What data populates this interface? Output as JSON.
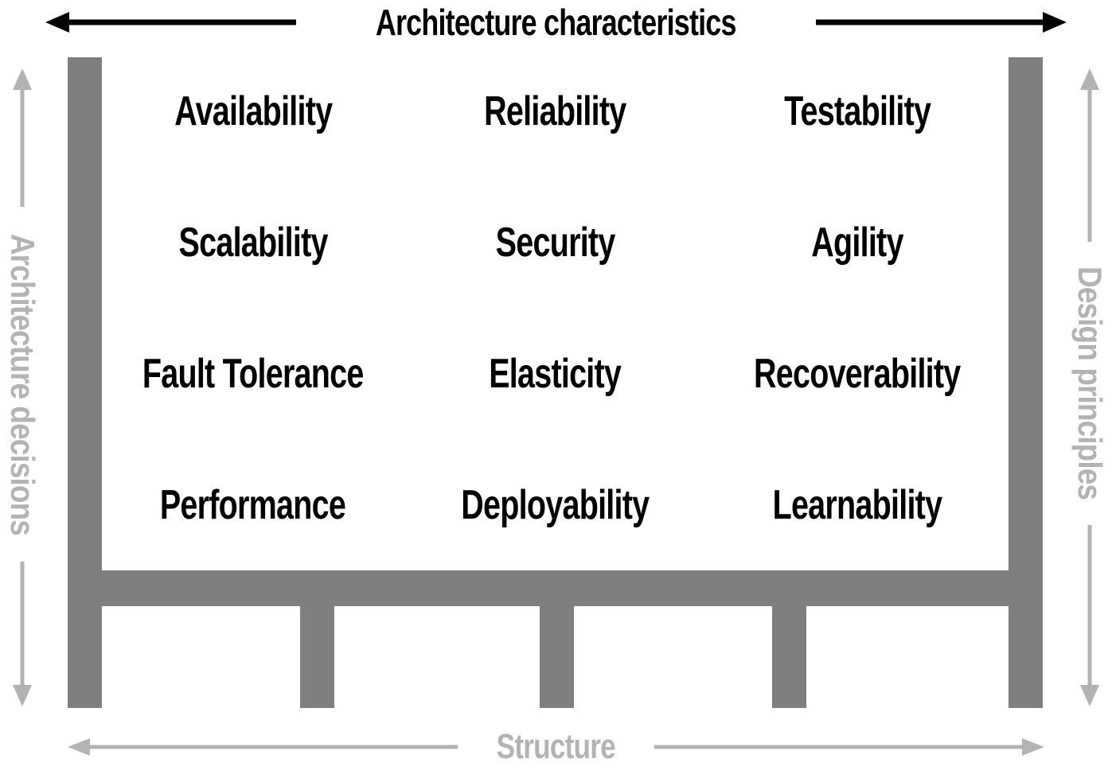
{
  "figure": {
    "title": "Architecture characteristics",
    "left_axis_label": "Architecture decisions",
    "right_axis_label": "Design principles",
    "bottom_axis_label": "Structure"
  },
  "characteristics": {
    "rows": [
      [
        "Availability",
        "Reliability",
        "Testability"
      ],
      [
        "Scalability",
        "Security",
        "Agility"
      ],
      [
        "Fault Tolerance",
        "Elasticity",
        "Recoverability"
      ],
      [
        "Performance",
        "Deployability",
        "Learnability"
      ]
    ]
  },
  "colors": {
    "characteristic_text": "#000000",
    "structure_gray": "#7f7f7f",
    "annotation_gray": "#b3b3b3",
    "background": "#ffffff"
  }
}
